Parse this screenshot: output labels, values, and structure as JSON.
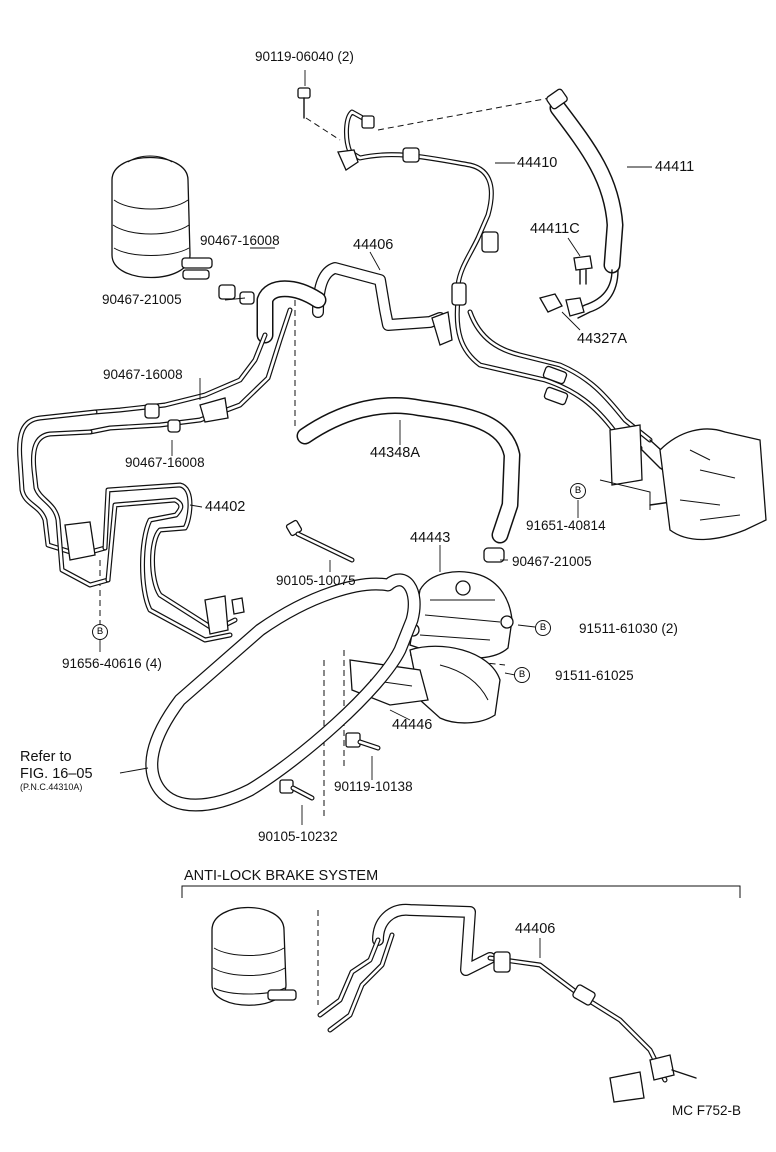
{
  "labels": {
    "bolt_90119_06040": "90119-06040 (2)",
    "hose_44410": "44410",
    "hose_44411": "44411",
    "clamp_90467_16008_top": "90467-16008",
    "hose_44406_top": "44406",
    "bolt_44411c": "44411C",
    "clamp_90467_21005_top": "90467-21005",
    "bracket_44327a": "44327A",
    "clamp_90467_16008_mid": "90467-16008",
    "clamp_90467_16008_low": "90467-16008",
    "hose_44348a": "44348A",
    "bolt_91651_40814": "91651-40814",
    "tube_44402": "44402",
    "bracket_44443": "44443",
    "clamp_90467_21005_low": "90467-21005",
    "bolt_90105_10075": "90105-10075",
    "bolt_91511_61030": "91511-61030 (2)",
    "bolt_91656_40616": "91656-40616 (4)",
    "bolt_91511_61025": "91511-61025",
    "bracket_44446": "44446",
    "refer_line1": "Refer to",
    "refer_line2": "FIG. 16–05",
    "refer_line3": "(P.N.C.44310A)",
    "bolt_90119_10138": "90119-10138",
    "bolt_90105_10232": "90105-10232",
    "abs_title": "ANTI-LOCK BRAKE SYSTEM",
    "hose_44406_abs": "44406",
    "figure_code": "MC F752-B",
    "b_marker": "B"
  }
}
